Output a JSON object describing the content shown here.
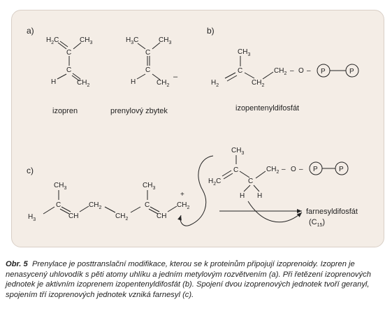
{
  "figure": {
    "parts": {
      "a": "a)",
      "b": "b)",
      "c": "c)"
    },
    "atoms": {
      "CH": "CH",
      "C": "C",
      "H": "H",
      "CH2": "CH",
      "CH3": "CH",
      "H2C": "H",
      "H3C": "H",
      "O": "O",
      "P": "P",
      "sub2": "2",
      "sub3": "3",
      "sub15": "15",
      "minus": "–",
      "plus": "+",
      "dash": "–",
      "paren_open": "(C",
      "paren_close": ")"
    },
    "labels": {
      "isoprene": "izopren",
      "prenyl": "prenylový zbytek",
      "ipp": "izopentenyldifosfát",
      "farnesyl": "farnesyldifosfát"
    }
  },
  "caption": {
    "head": "Obr. 5",
    "text": "Prenylace je posttranslační modifikace, kterou se k proteinům připojují izoprenoidy. Izopren je nenasycený uhlovodík s pěti atomy uhlíku a jedním metylovým rozvětvením (a). Při řetězení izoprenových jednotek je aktivním izoprenem izopentenyldifosfát (b). Spojení dvou izoprenových jednotek tvoří geranyl, spojením tří izoprenových jednotek vzniká farnesyl (c)."
  }
}
